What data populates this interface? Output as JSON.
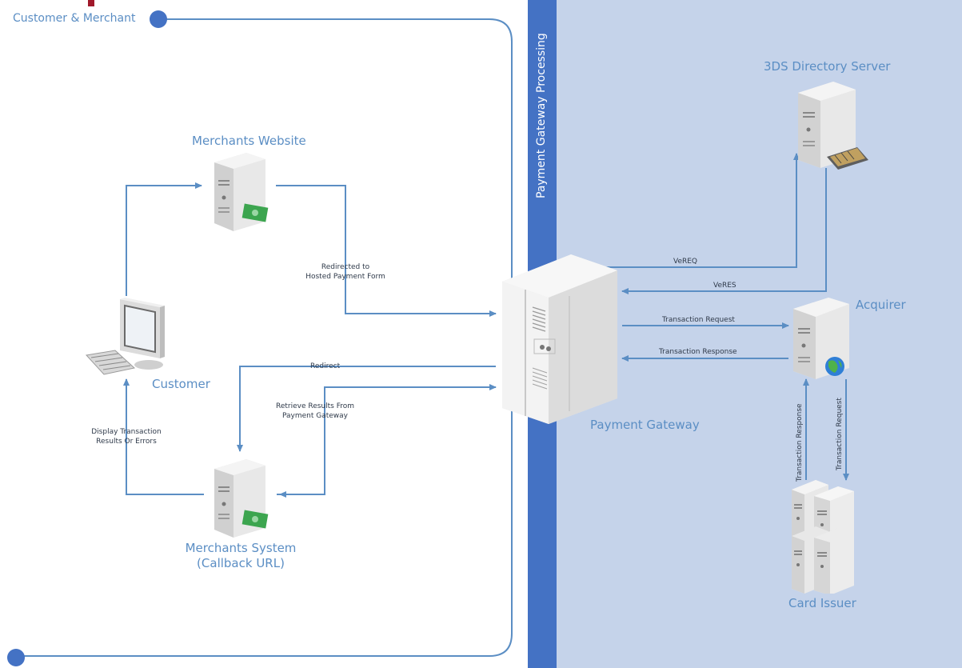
{
  "lanes": {
    "left": "Customer & Merchant",
    "right": "Payment Gateway Processing"
  },
  "nodes": {
    "merchants_website": "Merchants Website",
    "customer": "Customer",
    "merchants_system_line1": "Merchants System",
    "merchants_system_line2": "(Callback URL)",
    "payment_gateway": "Payment Gateway",
    "directory_server": "3DS Directory Server",
    "acquirer": "Acquirer",
    "card_issuer": "Card Issuer"
  },
  "edges": {
    "redirected_line1": "Redirected to",
    "redirected_line2": "Hosted Payment Form",
    "redirect": "Redirect",
    "retrieve_line1": "Retrieve Results From",
    "retrieve_line2": "Payment Gateway",
    "display_line1": "Display Transaction",
    "display_line2": "Results Or Errors",
    "vereq": "VeREQ",
    "veres": "VeRES",
    "transaction_request": "Transaction Request",
    "transaction_response": "Transaction Response",
    "vert_response": "Transaction Response",
    "vert_request": "Transaction Request"
  },
  "colors": {
    "lane_fill": "#c5d3ea",
    "lane_bar": "#4472c4",
    "connector": "#5b8ec4",
    "node_label": "#5b8ec4"
  }
}
